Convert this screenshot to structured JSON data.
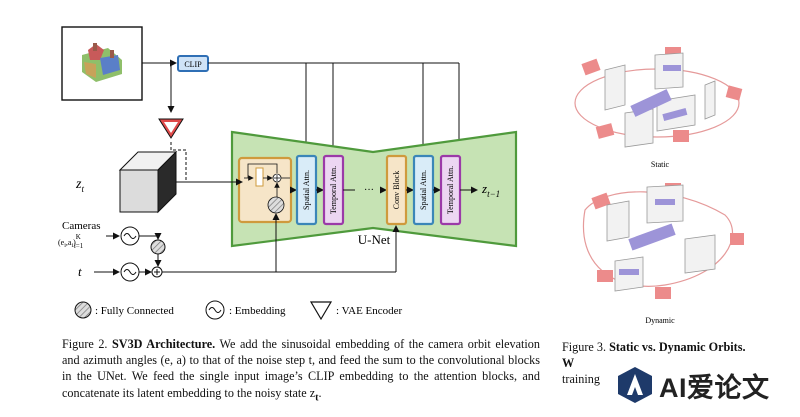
{
  "main_figure": {
    "clip_label": "CLIP",
    "z_t": "z",
    "z_t_sub": "t",
    "z_t1": "z",
    "z_t1_sub": "t−1",
    "cameras_label": "Cameras",
    "cameras_formula": "(e",
    "cameras_formula_rest": "i",
    "cameras_formula_a": ",a",
    "cameras_formula_close": ")",
    "cameras_sup": "K",
    "cameras_sub": "i=1",
    "t_label": "t",
    "spatial_attn_label": "Spatial Attn.",
    "temporal_attn_label": "Temporal Attn.",
    "conv_block_label": "Conv Block",
    "ellipsis": "···",
    "unet_label": "U-Net",
    "legend": {
      "fully_connected": ": Fully Connected",
      "embedding": ": Embedding",
      "vae_encoder": ": VAE Encoder"
    },
    "colors": {
      "unet_fill": "#c6e3b4",
      "unet_stroke": "#4f9a3c",
      "clip_fill": "#cfe3f7",
      "clip_stroke": "#2f6fb5",
      "spatial_fill": "#d9ecf8",
      "spatial_stroke": "#3b86b8",
      "temporal_fill": "#ecd6f2",
      "temporal_stroke": "#9b3aa8",
      "conv_fill": "#f6e5c8",
      "conv_stroke": "#cf9a3d",
      "vae_fill": "#e04a4a"
    }
  },
  "side_figure": {
    "static_label": "Static",
    "dynamic_label": "Dynamic"
  },
  "caption_main": {
    "prefix": "Figure 2. ",
    "title": "SV3D Architecture.",
    "body": " We add the sinusoidal embedding of the camera orbit elevation and azimuth angles (e, a) to that of the noise step t, and feed the sum to the convolutional blocks in the UNet.  We feed the single input image’s CLIP embedding to the attention blocks, and concatenate its latent embedding to the noisy state z",
    "body_sub": "t",
    "body_end": "."
  },
  "caption_side": {
    "prefix": "Figure 3. ",
    "title": "Static vs. Dynamic Orbits.",
    "line2": "W",
    "line3": "training"
  },
  "watermark": {
    "text": "AI爱论文"
  }
}
